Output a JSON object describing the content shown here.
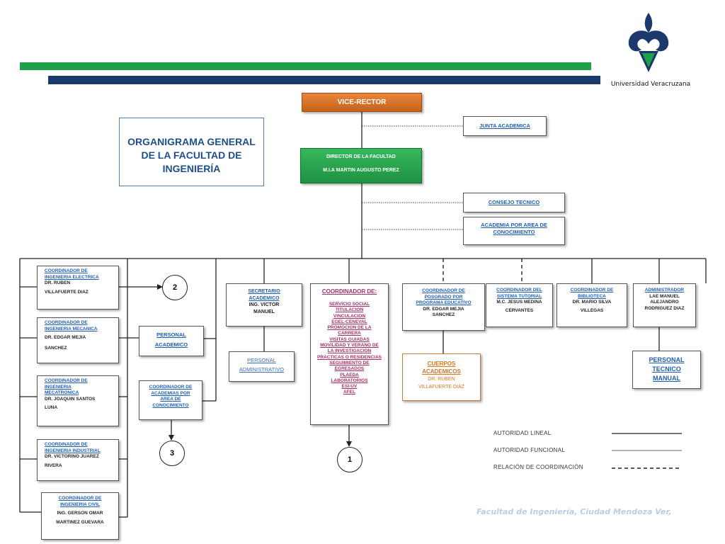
{
  "brand": {
    "name": "Universidad Veracruzana"
  },
  "title": {
    "line1": "ORGANIGRAMA GENERAL",
    "line2": "DE LA FACULTAD DE",
    "line3": "INGENIERÍA"
  },
  "vice_rector": "VICE-RECTOR",
  "junta": "JUNTA ACADEMICA",
  "director": {
    "title": "DIRECTOR DE LA FACULTAD",
    "name": "M.I.A MARTIN AUGUSTO PEREZ"
  },
  "consejo": "CONSEJO TECNICO",
  "academia_area": {
    "line1": "ACADEMIA POR AREA DE",
    "line2": "CONOCIMIENTO"
  },
  "coordinators": [
    {
      "title1": "COORDINADOR DE",
      "title2": "INGENIERIA ELECTRICA",
      "name1": "DR. RUBEN",
      "name2": "VILLAFUERTE DIAZ"
    },
    {
      "title1": "COORDINADOR DE",
      "title2": "INGENIERIA MECANICA",
      "name1": "DR. EDGAR MEJIA",
      "name2": "SANCHEZ"
    },
    {
      "title1": "COORDINADOR DE",
      "title2": "INGENIERIA",
      "title3": "MECATRONICA",
      "name1": "DR. JOAQUIN SANTOS",
      "name2": "LUNA"
    },
    {
      "title1": "COORDINADOR DE",
      "title2": "INGENIERIA INDUSTRIAL",
      "name1": "DR. VICTORINO JUAREZ",
      "name2": "RIVERA"
    },
    {
      "title1": "COORDINADOR DE",
      "title2": "INGENIERIA CIVIL",
      "name1": "ING. GERSON OMAR",
      "name2": "MARTINEZ GUEVARA"
    }
  ],
  "personal_academico": {
    "line1": "PERSONAL",
    "line2": "ACADEMICO"
  },
  "coord_academias": {
    "line1": "COORDINADOR DE",
    "line2": "ACADEMIAS POR",
    "line3": "AREA DE",
    "line4": "CONOCIMIENTO"
  },
  "secretario": {
    "line1": "SECRETARIO",
    "line2": "ACADEMICO",
    "name1": "ING. VICTOR",
    "name2": "MANUEL"
  },
  "personal_admin": {
    "line1": "PERSONAL",
    "line2": "ADMINISTRATIVO"
  },
  "coordinador_de": {
    "title": "COORDINADOR DE:",
    "items": [
      "SERVICIO SOCIAL",
      "TITULACION",
      "VINCULACION",
      "EGEL-CENEVAL",
      "PROMOCION DE LA",
      "CARRERA",
      "VISITAS GUIADAS",
      "MOVILIDAD Y VERANO DE",
      "LA INVESTIGACION",
      "PRACTICAS O RESIDENCIAS",
      "SEGUIMIENTO DE",
      "EGRESADOS",
      "PLAEDA",
      "LABORATORIOS",
      "ESI-UV",
      "AFEL"
    ]
  },
  "posgrado": {
    "line1": "COORDINADOR DE",
    "line2": "POSGRADO POR",
    "line3": "PROGRAMA EDUCATIVO",
    "name1": "DR. EDGAR MEJIA",
    "name2": "SANCHEZ"
  },
  "cuerpos": {
    "line1": "CUERPOS",
    "line2": "ACADEMICOS",
    "name1": "DR. RUBEN",
    "name2": "VILLAFUERTE DIAZ"
  },
  "tutorial": {
    "line1": "COORDINADOR DEL",
    "line2": "SISTEMA TUTORIAL",
    "name1": "M.C. JESUS MEDINA",
    "name2": "CERVANTES"
  },
  "biblioteca": {
    "line1": "COORDINADOR DE",
    "line2": "BIBLIOTECA",
    "name1": "DR. MARIO SILVA",
    "name2": "VILLEGAS"
  },
  "administrador": {
    "line1": "ADMINISTRADOR",
    "name1": "LAE MANUEL",
    "name2": "ALEJANDRO",
    "name3": "RODRIGUEZ DIAZ"
  },
  "personal_tecnico": {
    "line1": "PERSONAL",
    "line2": "TECNICO",
    "line3": "MANUAL"
  },
  "connectors": {
    "c1": "1",
    "c2": "2",
    "c3": "3"
  },
  "legend": {
    "lineal": "AUTORIDAD LINEAL",
    "funcional": "AUTORIDAD FUNCIONAL",
    "coordinacion": "RELACIÓN DE COORDINACIÓN"
  },
  "footer": "Facultad de Ingeniería, Ciudad Mendoza Ver,",
  "colors": {
    "green": "#1fa04b",
    "navy": "#1b3a6b",
    "orange": "#d8731f",
    "pink": "#a0306a",
    "blue": "#1f5fb0"
  }
}
